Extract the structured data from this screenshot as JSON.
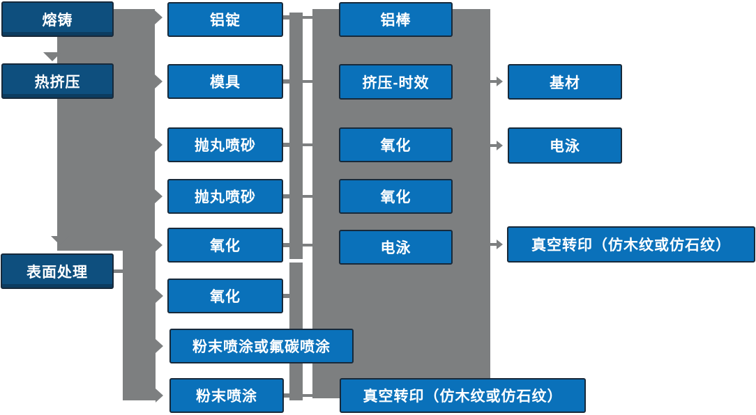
{
  "colors": {
    "box_blue": "#0a71ba",
    "box_blue_light": "#2f88cb",
    "box_dark_blue": "#0e4f7e",
    "box_border": "#17293a",
    "connector_gray": "#7d7f80",
    "text_white": "#ffffff"
  },
  "nodes": {
    "melt_cast": {
      "label": "熔铸"
    },
    "hot_extrusion": {
      "label": "热挤压"
    },
    "surface_treatment": {
      "label": "表面处理"
    },
    "al_ingot": {
      "label": "铝锭"
    },
    "mold": {
      "label": "模具"
    },
    "shot_blast_1": {
      "label": "抛丸喷砂"
    },
    "shot_blast_2": {
      "label": "抛丸喷砂"
    },
    "oxidation_c2_1": {
      "label": "氧化"
    },
    "oxidation_c2_2": {
      "label": "氧化"
    },
    "powder_or_fluorocarbon": {
      "label": "粉末喷涂或氟碳喷涂"
    },
    "powder_coating": {
      "label": "粉末喷涂"
    },
    "al_rod": {
      "label": "铝棒"
    },
    "extrusion_aging": {
      "label": "挤压-时效"
    },
    "oxidation_c3_1": {
      "label": "氧化"
    },
    "oxidation_c3_2": {
      "label": "氧化"
    },
    "electrophoresis_c3": {
      "label": "电泳"
    },
    "vacuum_transfer_bottom": {
      "label": "真空转印（仿木纹或仿石纹）"
    },
    "base_material": {
      "label": "基材"
    },
    "electrophoresis_c4": {
      "label": "电泳"
    },
    "vacuum_transfer_right": {
      "label": "真空转印（仿木纹或仿石纹）"
    }
  }
}
